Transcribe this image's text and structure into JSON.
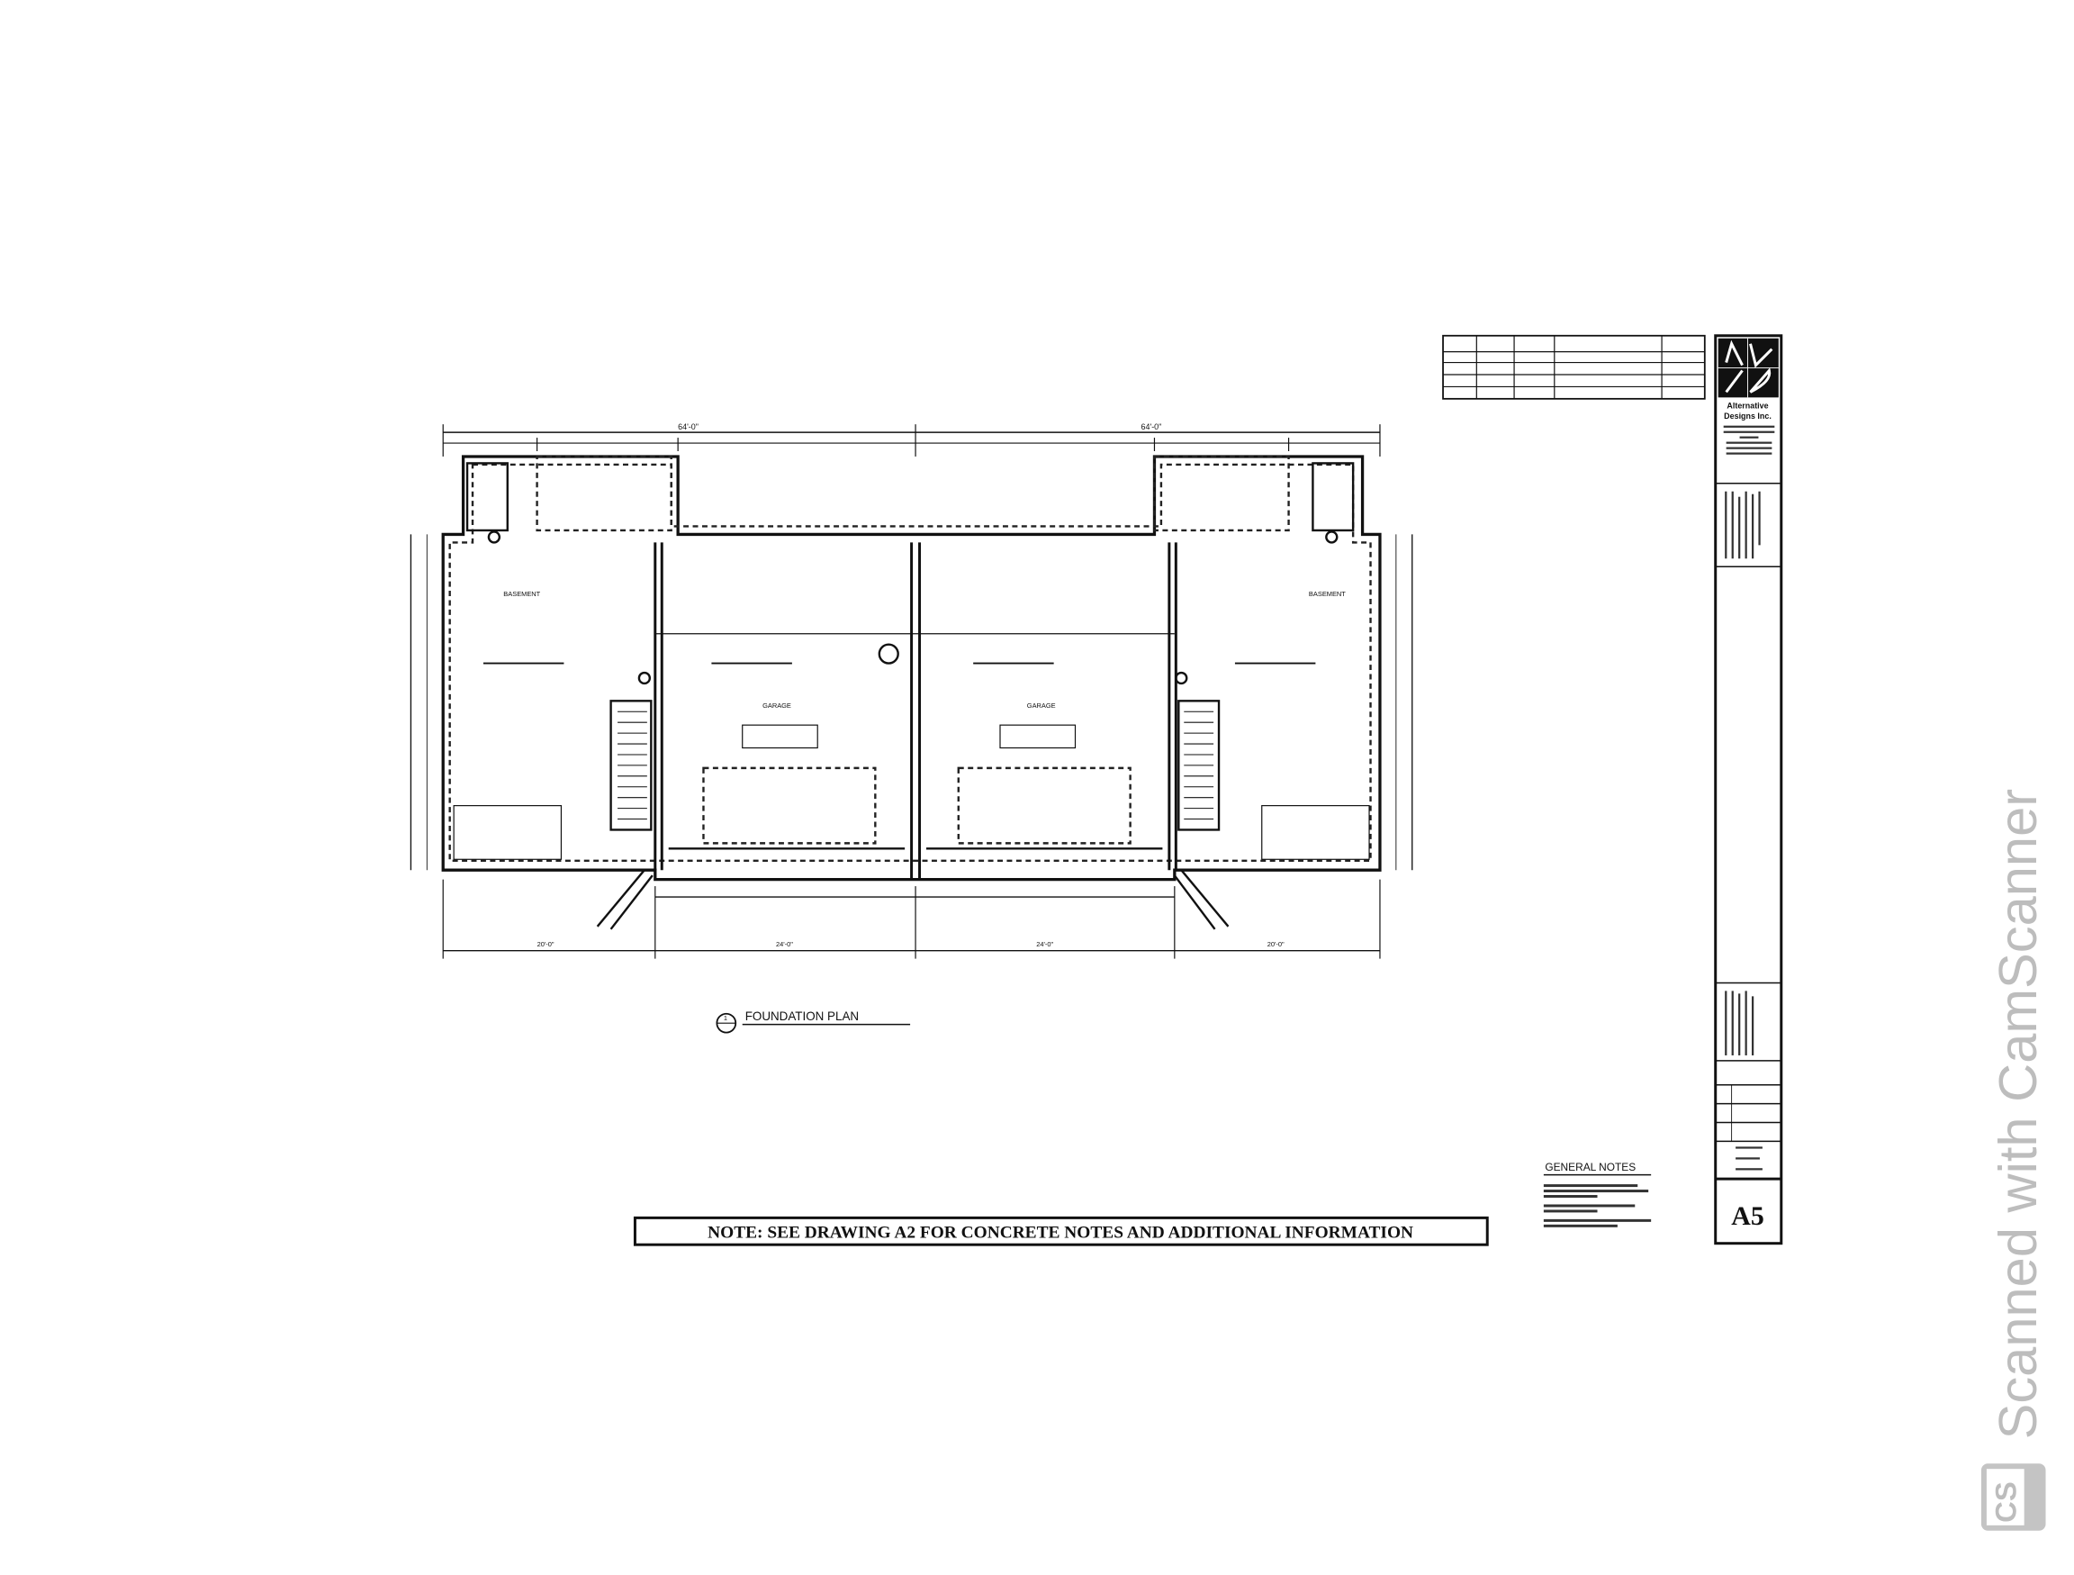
{
  "sheet": {
    "plan_title": "FOUNDATION PLAN",
    "plan_number": "1",
    "note": "NOTE: SEE DRAWING A2 FOR CONCRETE NOTES AND ADDITIONAL INFORMATION",
    "general_notes_title": "GENERAL NOTES",
    "rooms": {
      "basement_left": "BASEMENT",
      "garage_left": "GARAGE",
      "garage_right": "GARAGE",
      "basement_right": "BASEMENT"
    },
    "dimensions": {
      "overall_top_left": "64'-0\"",
      "overall_top_right": "64'-0\"",
      "bottom_1": "20'-0\"",
      "bottom_2": "24'-0\"",
      "bottom_3": "24'-0\"",
      "bottom_4": "20'-0\""
    }
  },
  "title_block": {
    "firm_name_line1": "Alternative",
    "firm_name_line2": "Designs Inc.",
    "sheet_number": "A5"
  },
  "watermark": {
    "text": "Scanned with CamScanner",
    "logo": "CS",
    "color": "#bdbdbd"
  }
}
